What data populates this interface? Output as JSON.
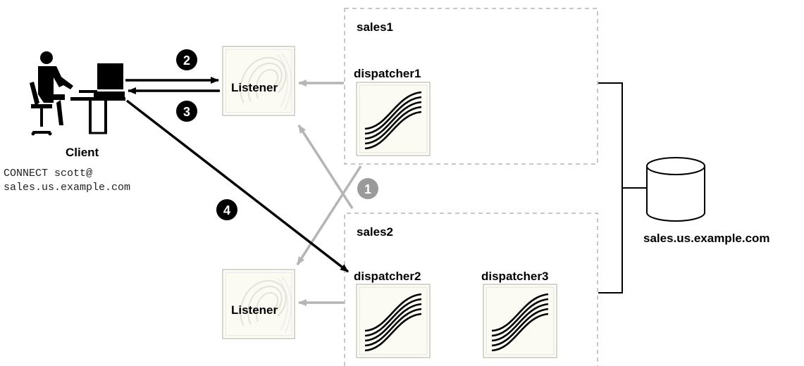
{
  "client": {
    "label": "Client",
    "command_line1": "CONNECT scott@",
    "command_line2": "sales.us.example.com"
  },
  "listeners": {
    "top_label": "Listener",
    "bottom_label": "Listener"
  },
  "instances": {
    "sales1": {
      "label": "sales1",
      "dispatchers": [
        "dispatcher1"
      ]
    },
    "sales2": {
      "label": "sales2",
      "dispatchers": [
        "dispatcher2",
        "dispatcher3"
      ]
    }
  },
  "database": {
    "label": "sales.us.example.com"
  },
  "steps": [
    "1",
    "2",
    "3",
    "4"
  ],
  "colors": {
    "black_arrow": "#000000",
    "gray_arrow": "#b5b5b5",
    "step1_badge": "#9a9a9a",
    "dashed_border": "#c8c8c8"
  }
}
